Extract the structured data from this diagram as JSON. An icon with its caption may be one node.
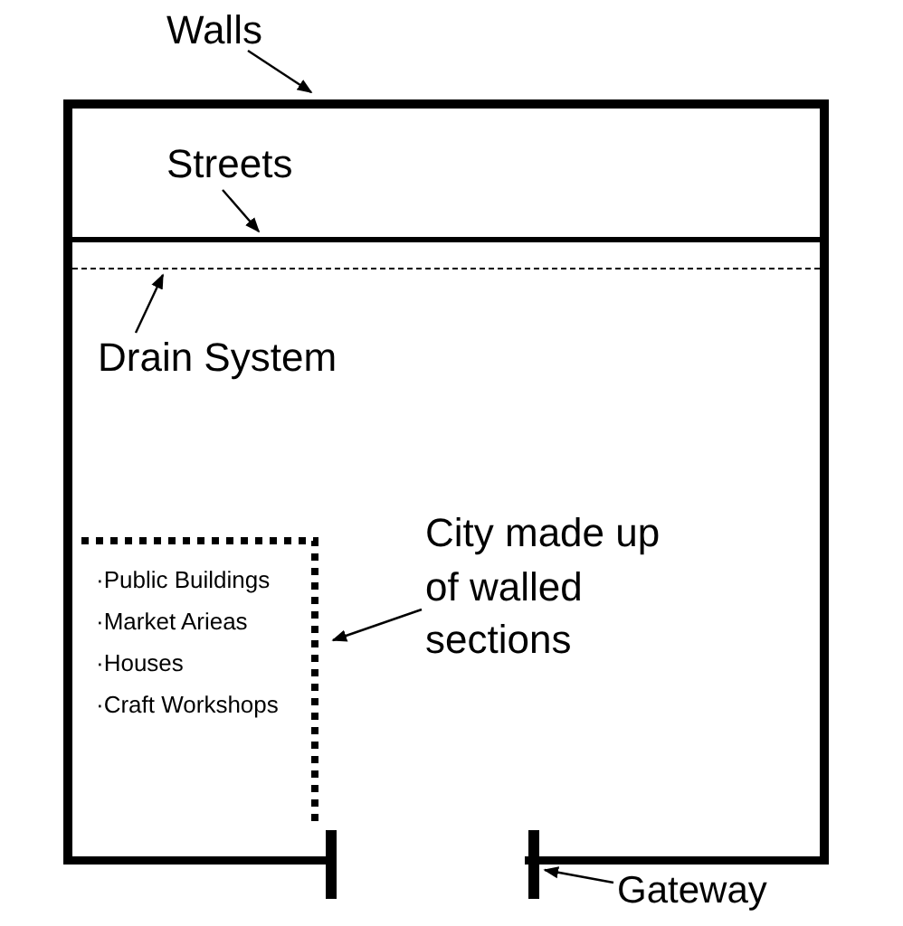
{
  "diagram": {
    "nodes": [
      {
        "text": [
          "Walls"
        ]
      },
      {
        "text": [],
        "shape": "box"
      },
      {
        "text": [
          "Streets"
        ],
        "in": 1
      },
      {
        "text": [],
        "shape": "line",
        "in": 1
      },
      {
        "text": [
          "Drain System"
        ],
        "in": 1
      },
      {
        "text": [],
        "shape": "line",
        "in": 1
      },
      {
        "text": [
          "·Public Buildings",
          "·Market Arieas",
          "·Houses",
          "·Craft Workshops"
        ],
        "in": 1
      },
      {
        "text": [
          "City made up of walled sections"
        ],
        "in": 1
      },
      {
        "text": [
          "Gateway"
        ]
      },
      {
        "text": [],
        "shape": "bar"
      }
    ],
    "edges": [
      {
        "from": 0,
        "to": 1,
        "arrow": "to"
      },
      {
        "from": 2,
        "to": 3,
        "arrow": "to"
      },
      {
        "from": 4,
        "to": 5,
        "arrow": "to"
      },
      {
        "from": 7,
        "to": 6,
        "arrow": "to"
      },
      {
        "from": 8,
        "to": 9,
        "arrow": "to"
      }
    ]
  }
}
